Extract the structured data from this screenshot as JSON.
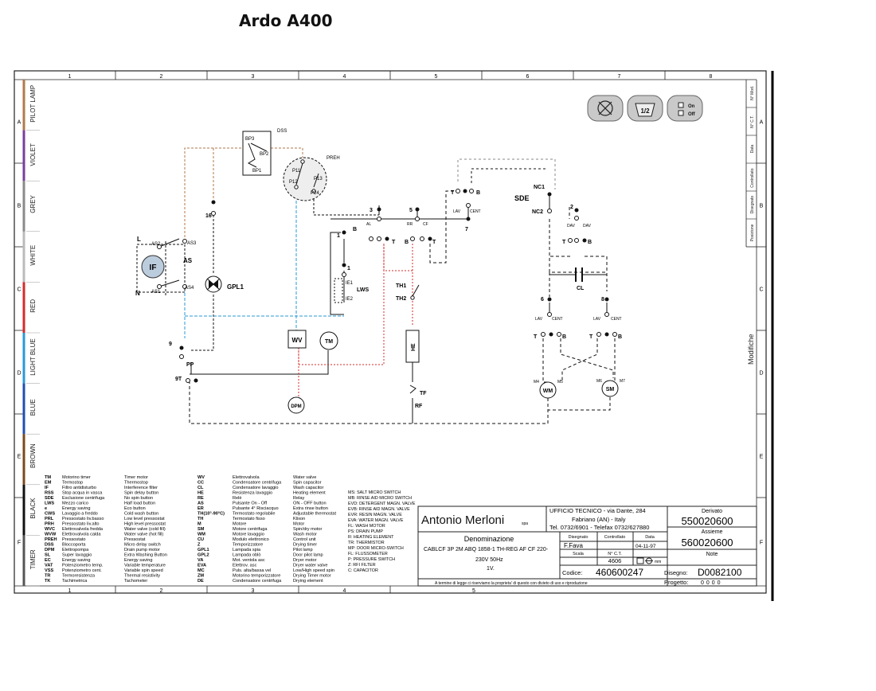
{
  "title": "Ardo A400",
  "columns": [
    "1",
    "2",
    "3",
    "4",
    "5",
    "6",
    "7",
    "8"
  ],
  "bottom_columns": [
    "1",
    "2",
    "3",
    "4",
    "5"
  ],
  "rows": [
    "A",
    "B",
    "C",
    "D",
    "E",
    "F"
  ],
  "wire_colors": [
    {
      "label": "PILOT LAMP",
      "color": "#b27a4a"
    },
    {
      "label": "VIOLET",
      "color": "#7a3e9d"
    },
    {
      "label": "GREY",
      "color": "#8a8a8a"
    },
    {
      "label": "WHITE",
      "color": "#bbbbbb"
    },
    {
      "label": "RED",
      "color": "#d62b2b"
    },
    {
      "label": "LIGHT BLUE",
      "color": "#2a9ad6"
    },
    {
      "label": "BLUE",
      "color": "#1f4fb0"
    },
    {
      "label": "BROWN",
      "color": "#7a4a1e"
    },
    {
      "label": "BLACK",
      "color": "#111111"
    },
    {
      "label": "TIMER",
      "color": "#555555"
    }
  ],
  "right_margin_labels": [
    "N° Mod.",
    "N° C.T.",
    "Data",
    "Controllato",
    "Disegnato",
    "Posizione"
  ],
  "modifiche_label": "Modifiche",
  "program_icons": [
    {
      "icon": "no-spin-icon"
    },
    {
      "icon": "half-load-icon",
      "text": "1/2"
    },
    {
      "icon": "on-off-icon",
      "on": "On",
      "off": "Off"
    }
  ],
  "components": {
    "if": "IF",
    "as": "AS",
    "as1": "AS1",
    "as2": "AS2",
    "as3": "AS3",
    "as4": "AS4",
    "l": "L",
    "n": "N",
    "gpl1": "GPL1",
    "n16": "16",
    "dss": "DSS",
    "bp1": "BP1",
    "bp2": "BP2",
    "bp3": "BP3",
    "preh": "PREH",
    "p11": "P11",
    "p12": "P12",
    "p13": "P13",
    "p24": "P24",
    "n9": "9",
    "pp": "PP",
    "n9t": "9T",
    "wv": "WV",
    "tm": "TM",
    "dpm": "DPM",
    "lws": "LWS",
    "ie1": "IE1",
    "ie2": "IE2",
    "n1": "1",
    "n1b": "1",
    "th1": "TH1",
    "th2": "TH2",
    "he": "HE",
    "tf": "TF",
    "rf": "RF",
    "n3": "3",
    "n5": "5",
    "n7": "7",
    "n2": "2",
    "n6": "6",
    "n8": "8",
    "b": "B",
    "t": "T",
    "al": "AL",
    "rr": "RR",
    "cf": "CF",
    "lav": "LAV",
    "cent": "CENT",
    "dav": "DAV",
    "sde": "SDE",
    "nc1": "NC1",
    "nc2": "NC2",
    "cl": "CL",
    "wm": "WM",
    "sm": "SM",
    "m4": "M4",
    "m5": "M5",
    "m6": "M6",
    "m7": "M7"
  },
  "legend": {
    "col1": [
      [
        "TM",
        "Motorino timer",
        "Timer motor"
      ],
      [
        "EM",
        "Termostop",
        "Thermostop"
      ],
      [
        "IF",
        "Filtro antidisturbo",
        "Interference filter"
      ],
      [
        "RSS",
        "Stop acqua in vasca",
        "Spin delay button"
      ],
      [
        "SDE",
        "Esclusione centrifuga",
        "No spin button"
      ],
      [
        "LWS",
        "Mezzo carico",
        "Half load button"
      ],
      [
        "e",
        "Energy saving",
        "Eco button"
      ],
      [
        "CWS",
        "Lavaggio a freddo",
        "Cold wash button"
      ],
      [
        "PRL",
        "Pressostato liv.basso",
        "Low level pressostat"
      ],
      [
        "PRH",
        "Pressostato liv.alto",
        "High level pressostat"
      ],
      [
        "WVC",
        "Elettrovalvola fredda",
        "Water valve (cold fill)"
      ],
      [
        "WVW",
        "Elettrovalvola calda",
        "Water valve (hot fill)"
      ],
      [
        "PREH",
        "Pressostato",
        "Pressostat"
      ],
      [
        "DSS",
        "Bloccoporta",
        "Micro delay switch"
      ],
      [
        "DPM",
        "Elettropompa",
        "Drain pump motor"
      ],
      [
        "SL",
        "Super lavaggio",
        "Extra Washing Button"
      ],
      [
        "EC",
        "Energy saving",
        "Energy saving"
      ],
      [
        "VAT",
        "Potenziometro temp.",
        "Variable temperature"
      ],
      [
        "VSS",
        "Potenziometro cent.",
        "Variable spin speed"
      ],
      [
        "TR",
        "Termoresistenza",
        "Thermal resistivity"
      ],
      [
        "TK",
        "Tachimetrica",
        "Tachometer"
      ]
    ],
    "col2": [
      [
        "WV",
        "Elettrovalvola",
        "Water valve"
      ],
      [
        "CC",
        "Condensatore centrifuga",
        "Spin capacitor"
      ],
      [
        "CL",
        "Condensatore lavaggio",
        "Wash capacitor"
      ],
      [
        "HE",
        "Resistenza lavaggio",
        "Heating element"
      ],
      [
        "RE",
        "Relè",
        "Relay"
      ],
      [
        "AS",
        "Pulsante On - Off",
        "ON - OFF button"
      ],
      [
        "ER",
        "Pulsante 4° Risciacquo",
        "Extra rinse button"
      ],
      [
        "TH(10°-90°C)",
        "Termostato regolabile",
        "Adjustable thermostat"
      ],
      [
        "TH",
        "Termostato fisso",
        "Klixon"
      ],
      [
        "M",
        "Motore",
        "Motor"
      ],
      [
        "SM",
        "Motore centrifuga",
        "Spin/dry motor"
      ],
      [
        "WM",
        "Motore lavaggio",
        "Wash motor"
      ],
      [
        "CU",
        "Modulo elettronico",
        "Control unit"
      ],
      [
        "Z",
        "Temporizzatore",
        "Drying timer"
      ],
      [
        "GPL1",
        "Lampada spia",
        "Pilot lamp"
      ],
      [
        "GPL2",
        "Lampada oblò",
        "Door pilot lamp"
      ],
      [
        "VA",
        "Mot. ventola asc",
        "Dryer motor"
      ],
      [
        "EVA",
        "Elettrov. asc",
        "Dryer water valve"
      ],
      [
        "MC",
        "Puls. alta/bassa vel",
        "Low/High speed spin"
      ],
      [
        "ZM",
        "Motorino temporizzatore",
        "Drying Timer motor"
      ],
      [
        "DE",
        "Condensatore centrifuga",
        "Drying element"
      ]
    ],
    "col3": [
      "MS: SALT MICRO SWITCH",
      "MB: RINSE AID MICRO SWITCH",
      "EVD: DETERGENT MAGN. VALVE",
      "EVB: RINSE AID MAGN. VALVE",
      "EVR: RESIN MAGN. VALVE",
      "EVA: WATER MAGN. VALVE",
      "FL: WASH MOTOR",
      "PS: DRAIN PUMP",
      "R: HEATING ELEMENT",
      "TR: THERMISTOR",
      "MP: DOOR MICRO-SWITCH",
      "FL: FLUSSOMETER",
      "P: PRESSURE SWITCH",
      "Z: RFI FILTER",
      "C: CAPACITOR"
    ]
  },
  "title_block": {
    "company": "Antonio Merloni",
    "company_suffix": "spa",
    "office_line1": "UFFICIO TECNICO   -   via Dante, 284",
    "office_line2": "Fabriano (AN)  -  Italy",
    "office_line3": "Tel. 0732/6901 - Telefax 0732/627880",
    "derivato_label": "Derivato",
    "derivato_value": "550020600",
    "assieme_label": "Assieme",
    "assieme_value": "560020600",
    "note_label": "Note",
    "denominazione_label": "Denominazione",
    "description_line1": "CABLCF 3P 2M ABQ 1858-1   TH-REG AF CF 220-",
    "description_line2": "230V 50Hz",
    "description_line3": "1V.",
    "disegnato_label": "Disegnato",
    "disegnato_value": "F.Fava",
    "controllato_label": "Controllato",
    "data_label": "Data",
    "data_value": "04-11-97",
    "scala_label": "Scala",
    "nct_label": "N° C.T.",
    "nct_value": "4606",
    "mm_label": "mm",
    "codice_label": "Codice:",
    "codice_value": "460600247",
    "disegno_label": "Disegno:",
    "disegno_value": "D0082100",
    "progetto_label": "Progetto:",
    "progetto_value": "0000",
    "footer": "A termine di legge ci riserviamo la proprieta' di questo con divieto di uso e riproduzione"
  }
}
